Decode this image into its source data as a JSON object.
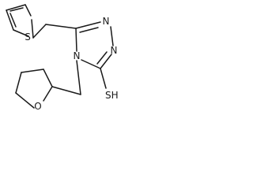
{
  "structure": {
    "atoms": {
      "s_thiophene": "S",
      "n_triazole_top": "N",
      "n_triazole_bottom": "N",
      "n_triazole_4": "N",
      "o_thf": "O",
      "sh_group": "SH"
    }
  }
}
